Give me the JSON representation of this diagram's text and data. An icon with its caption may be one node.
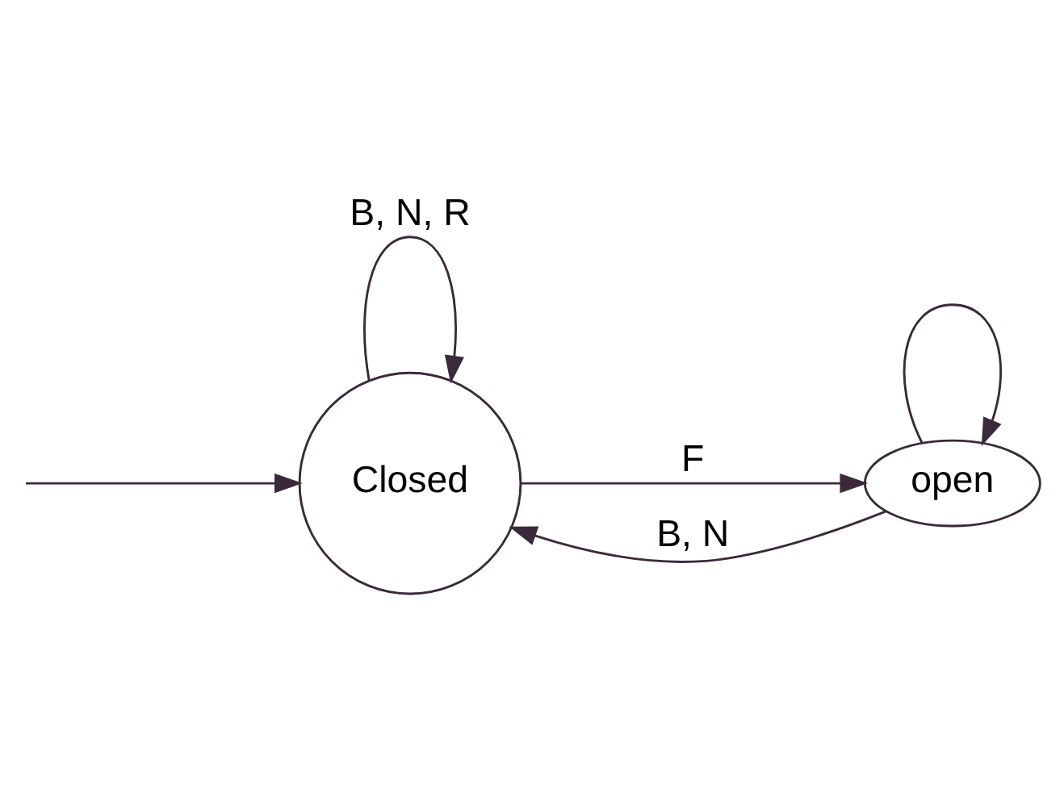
{
  "diagram": {
    "nodes": [
      {
        "text": [
          "Closed"
        ]
      },
      {
        "text": [
          "open"
        ]
      }
    ],
    "edges": [
      {
        "from": null,
        "to": 0,
        "arrow": "to"
      },
      {
        "from": 0,
        "to": 0,
        "arrow": "to",
        "label": "B, N, R"
      },
      {
        "from": 0,
        "to": 1,
        "arrow": "to",
        "label": "F"
      },
      {
        "from": 1,
        "to": 0,
        "arrow": "to",
        "label": "B, N"
      },
      {
        "from": 1,
        "to": 1,
        "arrow": "to"
      }
    ]
  }
}
